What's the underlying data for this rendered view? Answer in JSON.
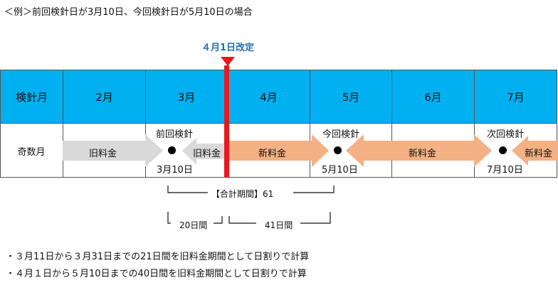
{
  "title": "＜例＞前回検針日が3月10日、今回検針日が5月10日の場合",
  "revision": {
    "label": "４月1日改定"
  },
  "table": {
    "header_label": "検針月",
    "row_label": "奇数月",
    "months": [
      "2月",
      "3月",
      "4月",
      "5月",
      "6月",
      "7月"
    ]
  },
  "meter_readings": {
    "previous": {
      "label": "前回検針",
      "date": "3月10日"
    },
    "current": {
      "label": "今回検針",
      "date": "5月10日"
    },
    "next": {
      "label": "次回検針",
      "date": "7月10日"
    }
  },
  "arrows": {
    "old_rate_1": "旧料金",
    "old_rate_2": "旧料金",
    "new_rate_1": "新料金",
    "new_rate_2": "新料金",
    "new_rate_3": "新料金"
  },
  "periods": {
    "total": "【合計期間】61",
    "before": "20日間",
    "after": "41日間"
  },
  "notes": [
    "・３月11日から３月31日までの21日間を旧料金期間として日割りで計算",
    "・４月１日から５月10日までの40日間を旧料金期間として日割りで計算"
  ],
  "colors": {
    "header_bg": "#00b0f0",
    "revision_line": "#e8181e",
    "revision_text": "#1f6fb5",
    "old_rate_arrow": "#d9d9d9",
    "new_rate_arrow": "#f4b183"
  }
}
